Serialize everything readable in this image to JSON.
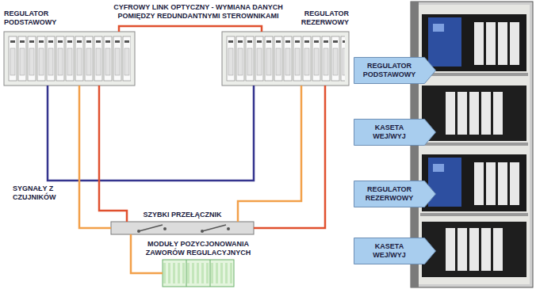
{
  "diagram": {
    "nodes": [
      {
        "text": [
          "REGULATOR PODSTAWOWY"
        ]
      },
      {
        "text": [
          "REGULATOR REZERWOWY"
        ]
      },
      {
        "text": [
          "SZYBKI PRZEŁĄCZNIK"
        ]
      },
      {
        "text": [
          "MODUŁY POZYCJONOWANIA ZAWORÓW REGULACYJNYCH"
        ]
      },
      {
        "text": [
          "REGULATOR PODSTAWOWY"
        ]
      },
      {
        "text": [
          "KASETA WEJ/WYJ"
        ]
      },
      {
        "text": [
          "REGULATOR REZERWOWY"
        ]
      },
      {
        "text": [
          "KASETA WEJ/WYJ"
        ]
      }
    ],
    "edges": [
      {
        "from": 0,
        "to": 1,
        "arrow": "none",
        "label": "CYFROWY LINK OPTYCZNY - WYMIANA DANYCH POMIĘDZY REDUNDANTNYMI STEROWNIKAMI"
      },
      {
        "from": 0,
        "to": 1,
        "arrow": "none",
        "label": "SYGNAŁY Z CZUJNIKÓW"
      },
      {
        "from": 0,
        "to": 2,
        "arrow": "none"
      },
      {
        "from": 0,
        "to": 2,
        "arrow": "none"
      },
      {
        "from": 1,
        "to": 2,
        "arrow": "none"
      },
      {
        "from": 1,
        "to": 2,
        "arrow": "none"
      },
      {
        "from": 2,
        "to": 3,
        "arrow": "none"
      }
    ]
  }
}
